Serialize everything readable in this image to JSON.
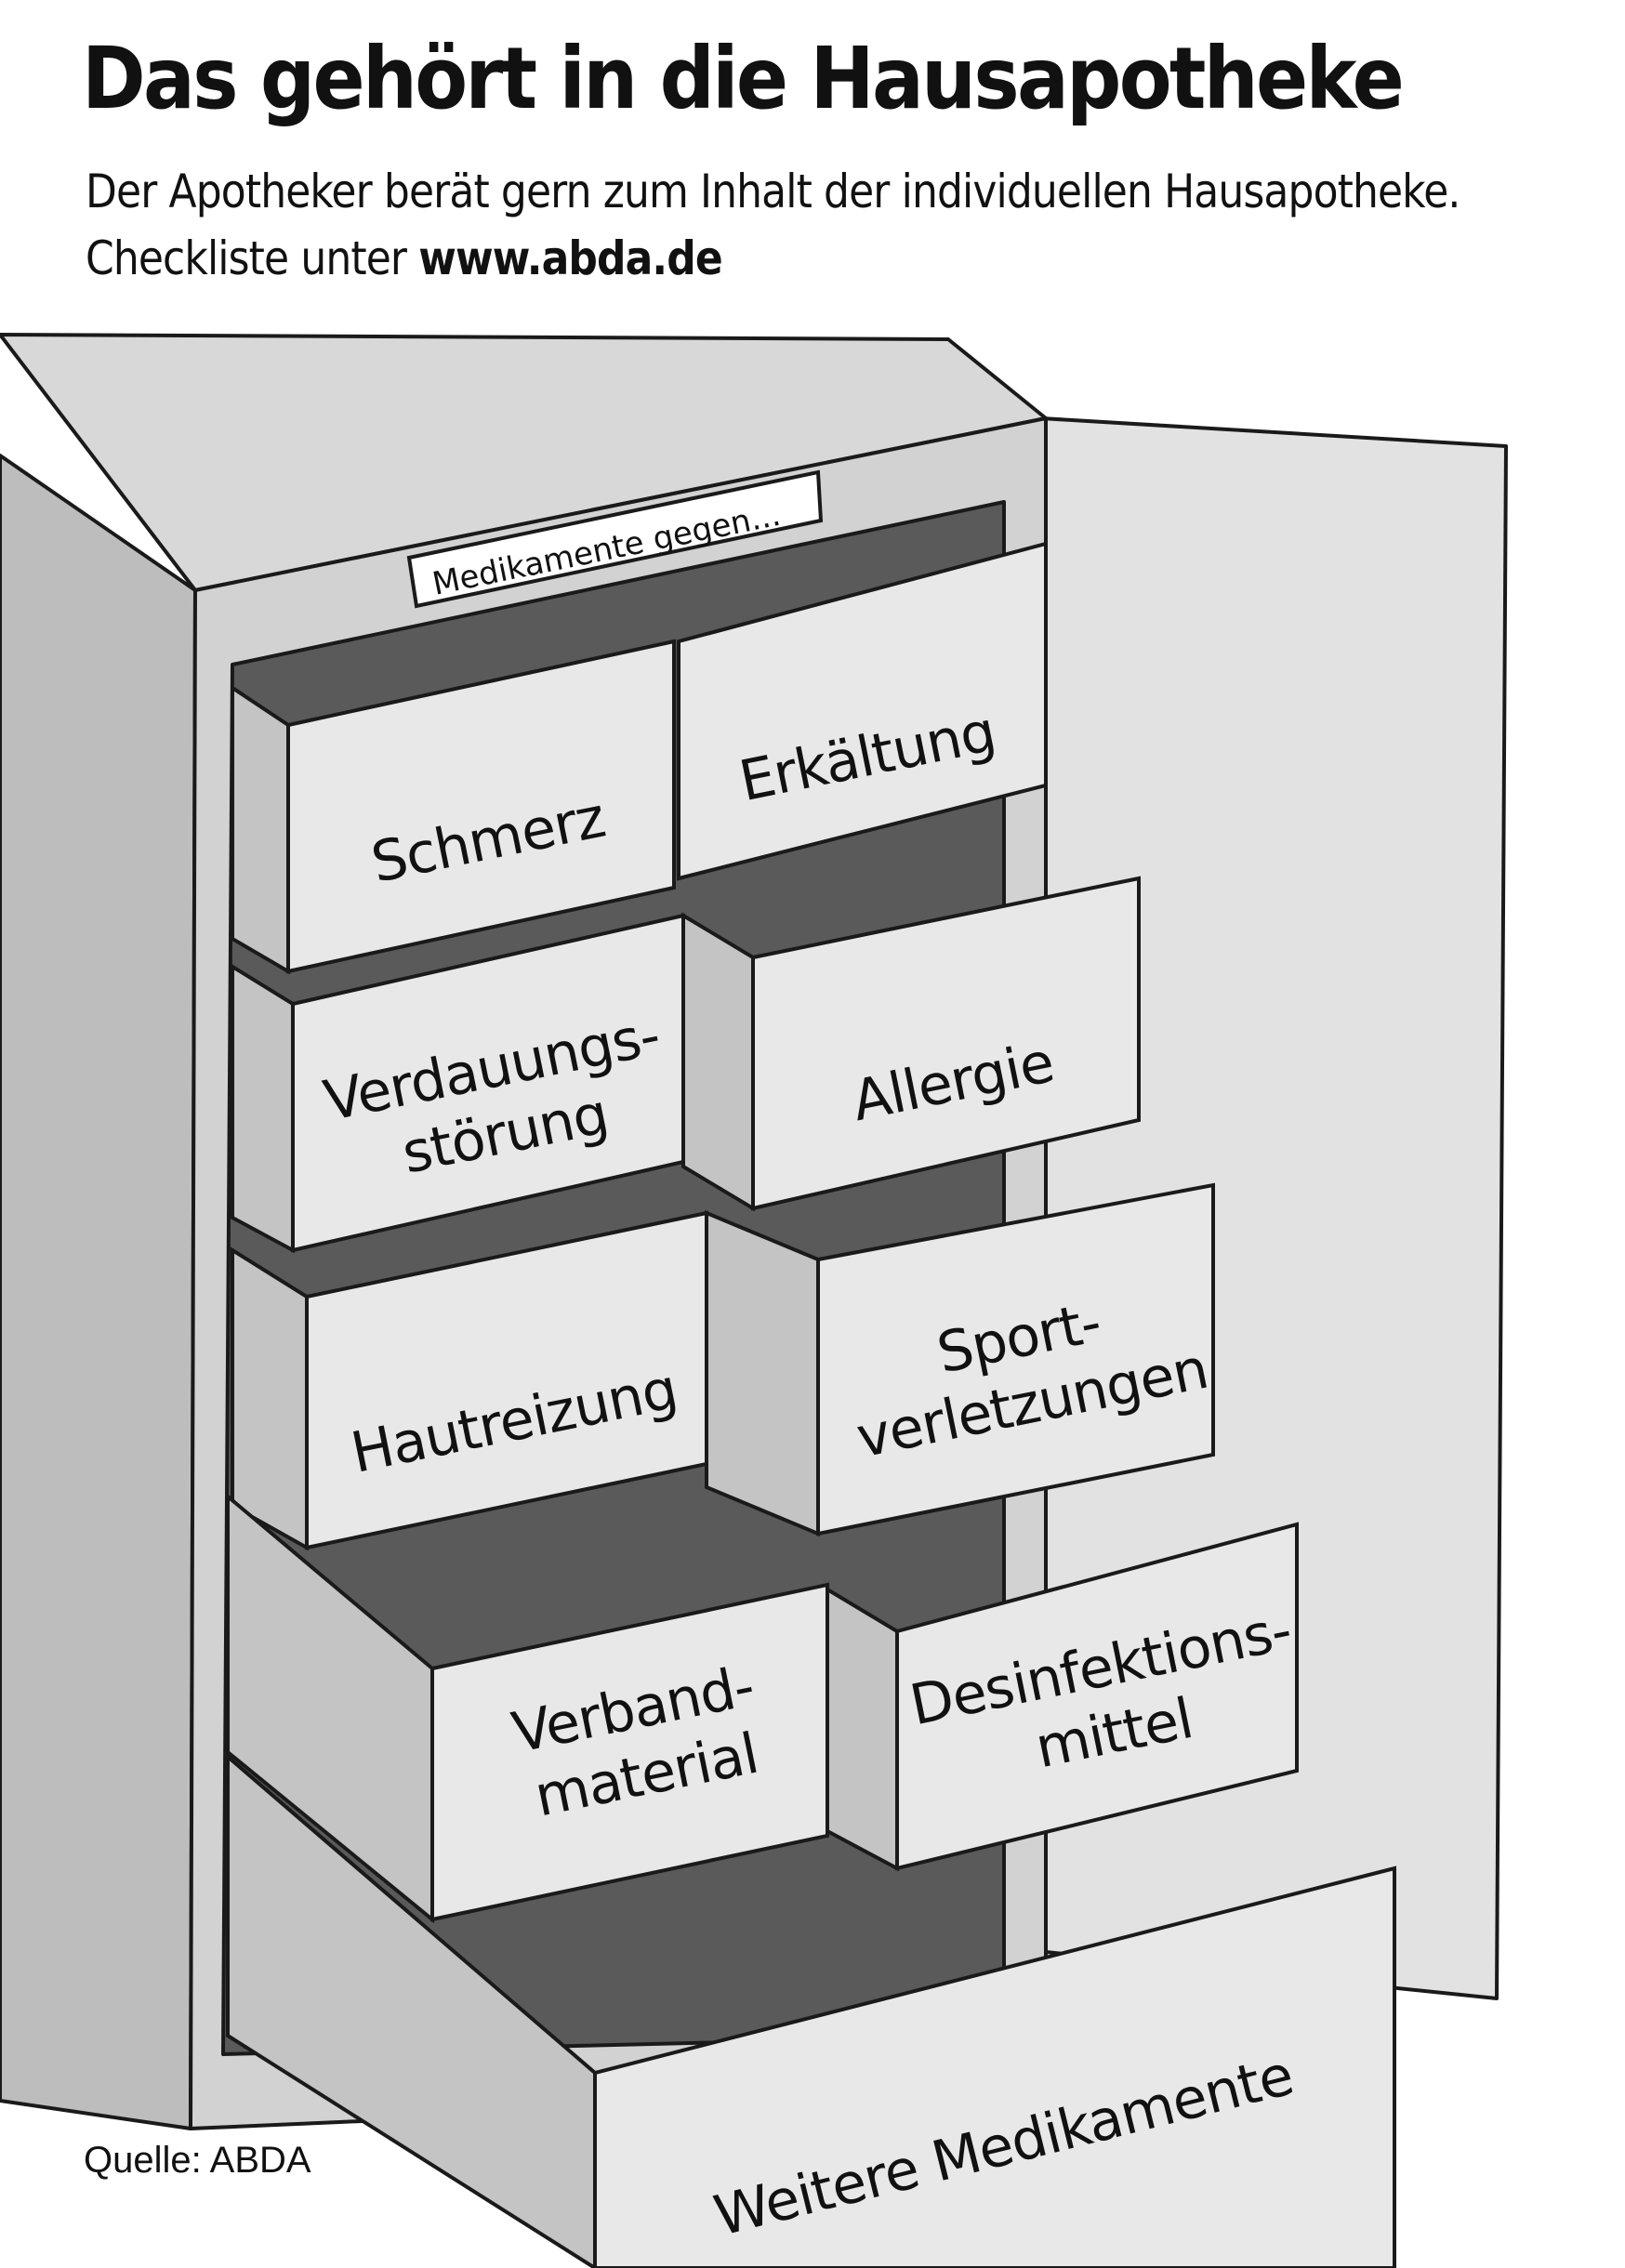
{
  "header": {
    "title": "Das gehört in die Hausapotheke",
    "subtitle_line1": "Der Apotheker berät gern zum Inhalt der individuellen Hausapotheke.",
    "subtitle_line2_prefix": "Checkliste unter",
    "subtitle_line2_url": "www.abda.de"
  },
  "cabinet": {
    "tag": "Medikamente gegen...",
    "drawers": [
      {
        "lines": [
          "Schmerz"
        ]
      },
      {
        "lines": [
          "Erkältung"
        ]
      },
      {
        "lines": [
          "Verdauungs-",
          "störung"
        ]
      },
      {
        "lines": [
          "Allergie"
        ]
      },
      {
        "lines": [
          "Hautreizung"
        ]
      },
      {
        "lines": [
          "Sport-",
          "verletzungen"
        ]
      },
      {
        "lines": [
          "Verband-",
          "material"
        ]
      },
      {
        "lines": [
          "Desinfektions-",
          "mittel"
        ]
      },
      {
        "lines": [
          "Weitere Medikamente"
        ]
      }
    ]
  },
  "footer": {
    "source": "Quelle: ABDA"
  },
  "colors": {
    "cabinet_fill": "#d2d2d2",
    "inner_dark": "#5a5a5a",
    "drawer_fill": "#e8e8e8",
    "outline": "#1a1a1a"
  }
}
